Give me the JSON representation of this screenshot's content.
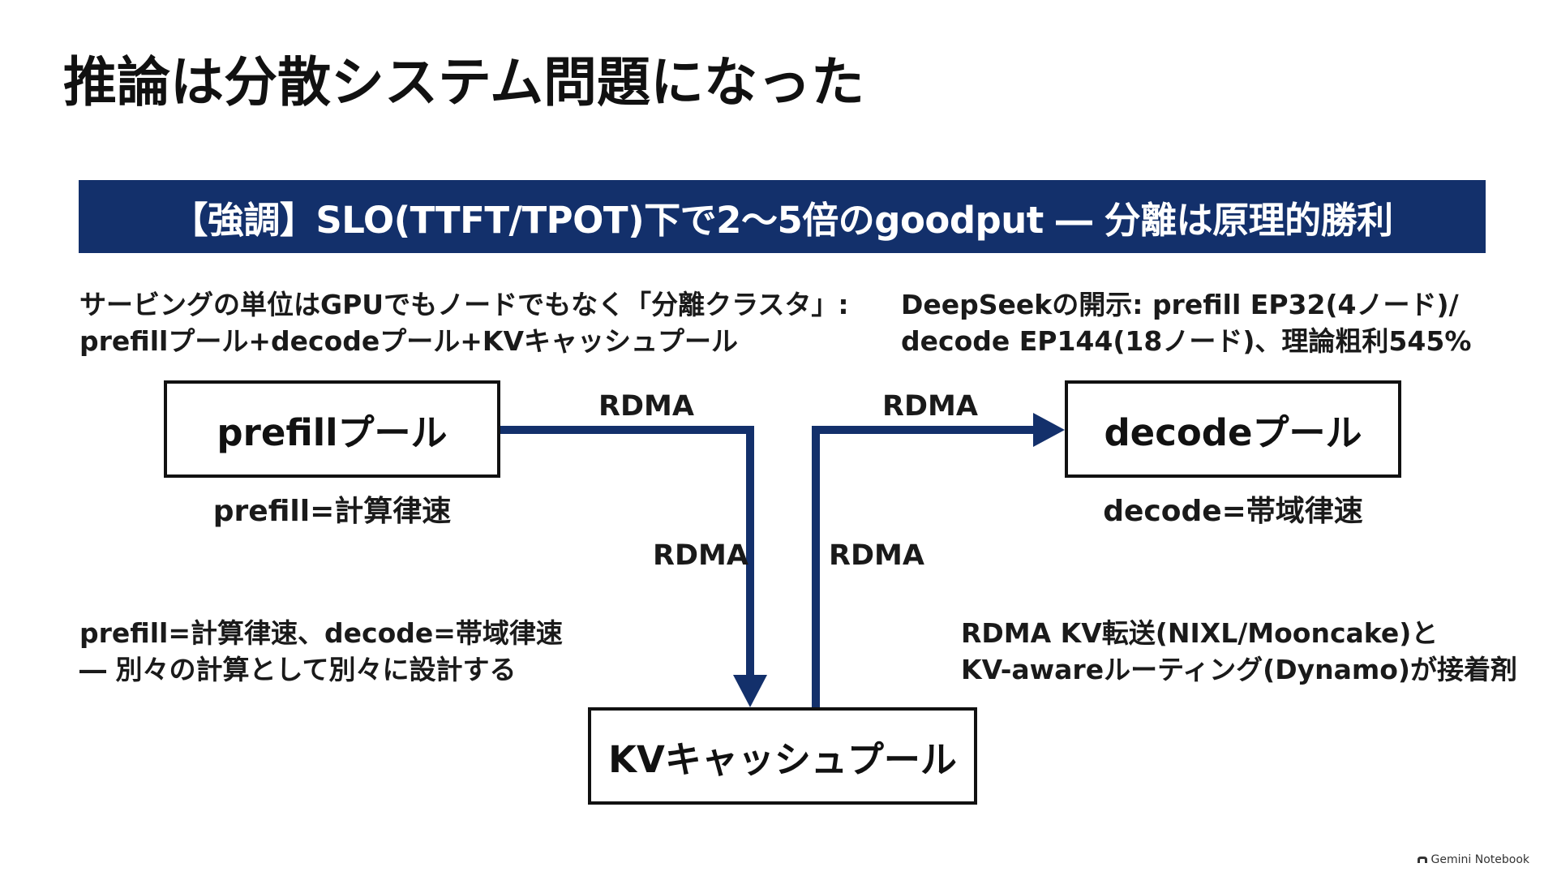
{
  "title": "推論は分散システム問題になった",
  "banner": "【強調】SLO(TTFT/TPOT)下で2〜5倍のgoodput ― 分離は原理的勝利",
  "notes": {
    "top_left": [
      "サービングの単位はGPUでもノードでもなく「分離クラスタ」:",
      "prefillプール+decodeプール+KVキャッシュプール"
    ],
    "top_right": [
      "DeepSeekの開示: prefill EP32(4ノード)/",
      "decode EP144(18ノード)、理論粗利545%"
    ],
    "bottom_left": [
      "prefill=計算律速、decode=帯域律速",
      "― 別々の計算として別々に設計する"
    ],
    "bottom_right": [
      "RDMA KV転送(NIXL/Mooncake)と",
      "KV-awareルーティング(Dynamo)が接着剤"
    ]
  },
  "pools": {
    "prefill": "prefillプール",
    "decode": "decodeプール",
    "kv": "KVキャッシュプール"
  },
  "captions": {
    "prefill": "prefill=計算律速",
    "decode": "decode=帯域律速"
  },
  "edges": {
    "prefill_to_kv_top": "RDMA",
    "kv_to_decode_top": "RDMA",
    "prefill_to_kv_side": "RDMA",
    "kv_to_decode_side": "RDMA"
  },
  "colors": {
    "banner_bg": "#13306b",
    "arrow": "#13306b"
  },
  "footer": {
    "icon": "gemini-notebook-logo-icon",
    "text": "Gemini Notebook"
  }
}
